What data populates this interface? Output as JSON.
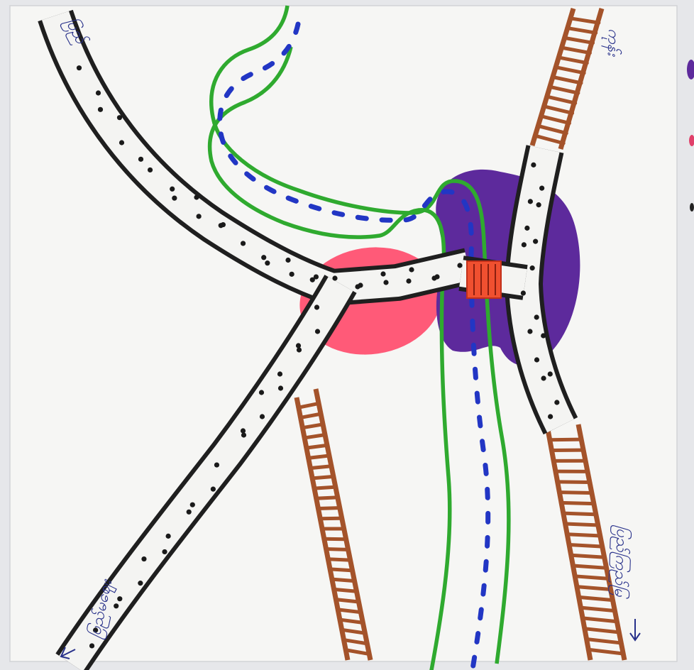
{
  "map": {
    "labels": {
      "top_left": "ပြည်",
      "top_right": "ကုန်း",
      "bottom_left": "ပြည်မဈေး",
      "bottom_right": "ပြည်ကြည်မြ"
    },
    "legend_colors": {
      "road": "#1f1f1f",
      "road_fill": "#f4f4f2",
      "river_bank": "#2faa2f",
      "river_water": "#2236c4",
      "railway": "#a4532a",
      "pink_area": "#ff5a78",
      "purple_area": "#5d2a9c",
      "bridge": "#e23a1c"
    }
  }
}
